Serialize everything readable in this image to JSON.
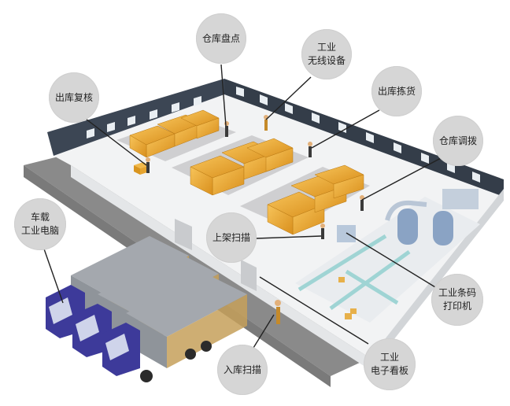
{
  "callouts": {
    "inventory_check": {
      "label": "仓库盘点"
    },
    "wireless_device": {
      "line1": "工业",
      "line2": "无线设备"
    },
    "outbound_recheck": {
      "label": "出库复核"
    },
    "outbound_picking": {
      "label": "出库拣货"
    },
    "warehouse_transfer": {
      "label": "仓库调拨"
    },
    "vehicle_pc": {
      "line1": "车载",
      "line2": "工业电脑"
    },
    "shelving_scan": {
      "label": "上架扫描"
    },
    "barcode_printer": {
      "line1": "工业条码",
      "line2": "打印机"
    },
    "electronic_board": {
      "line1": "工业",
      "line2": "电子看板"
    },
    "inbound_scan": {
      "label": "入库扫描"
    }
  },
  "colors": {
    "wall_dark": "#3c4654",
    "floor": "#f4f4f4",
    "road": "#8f8f8f",
    "box_orange": "#f0b03a",
    "truck_cab": "#3d3a9a",
    "callout_bg": "#d6d6d6",
    "leader_line": "#222222"
  }
}
